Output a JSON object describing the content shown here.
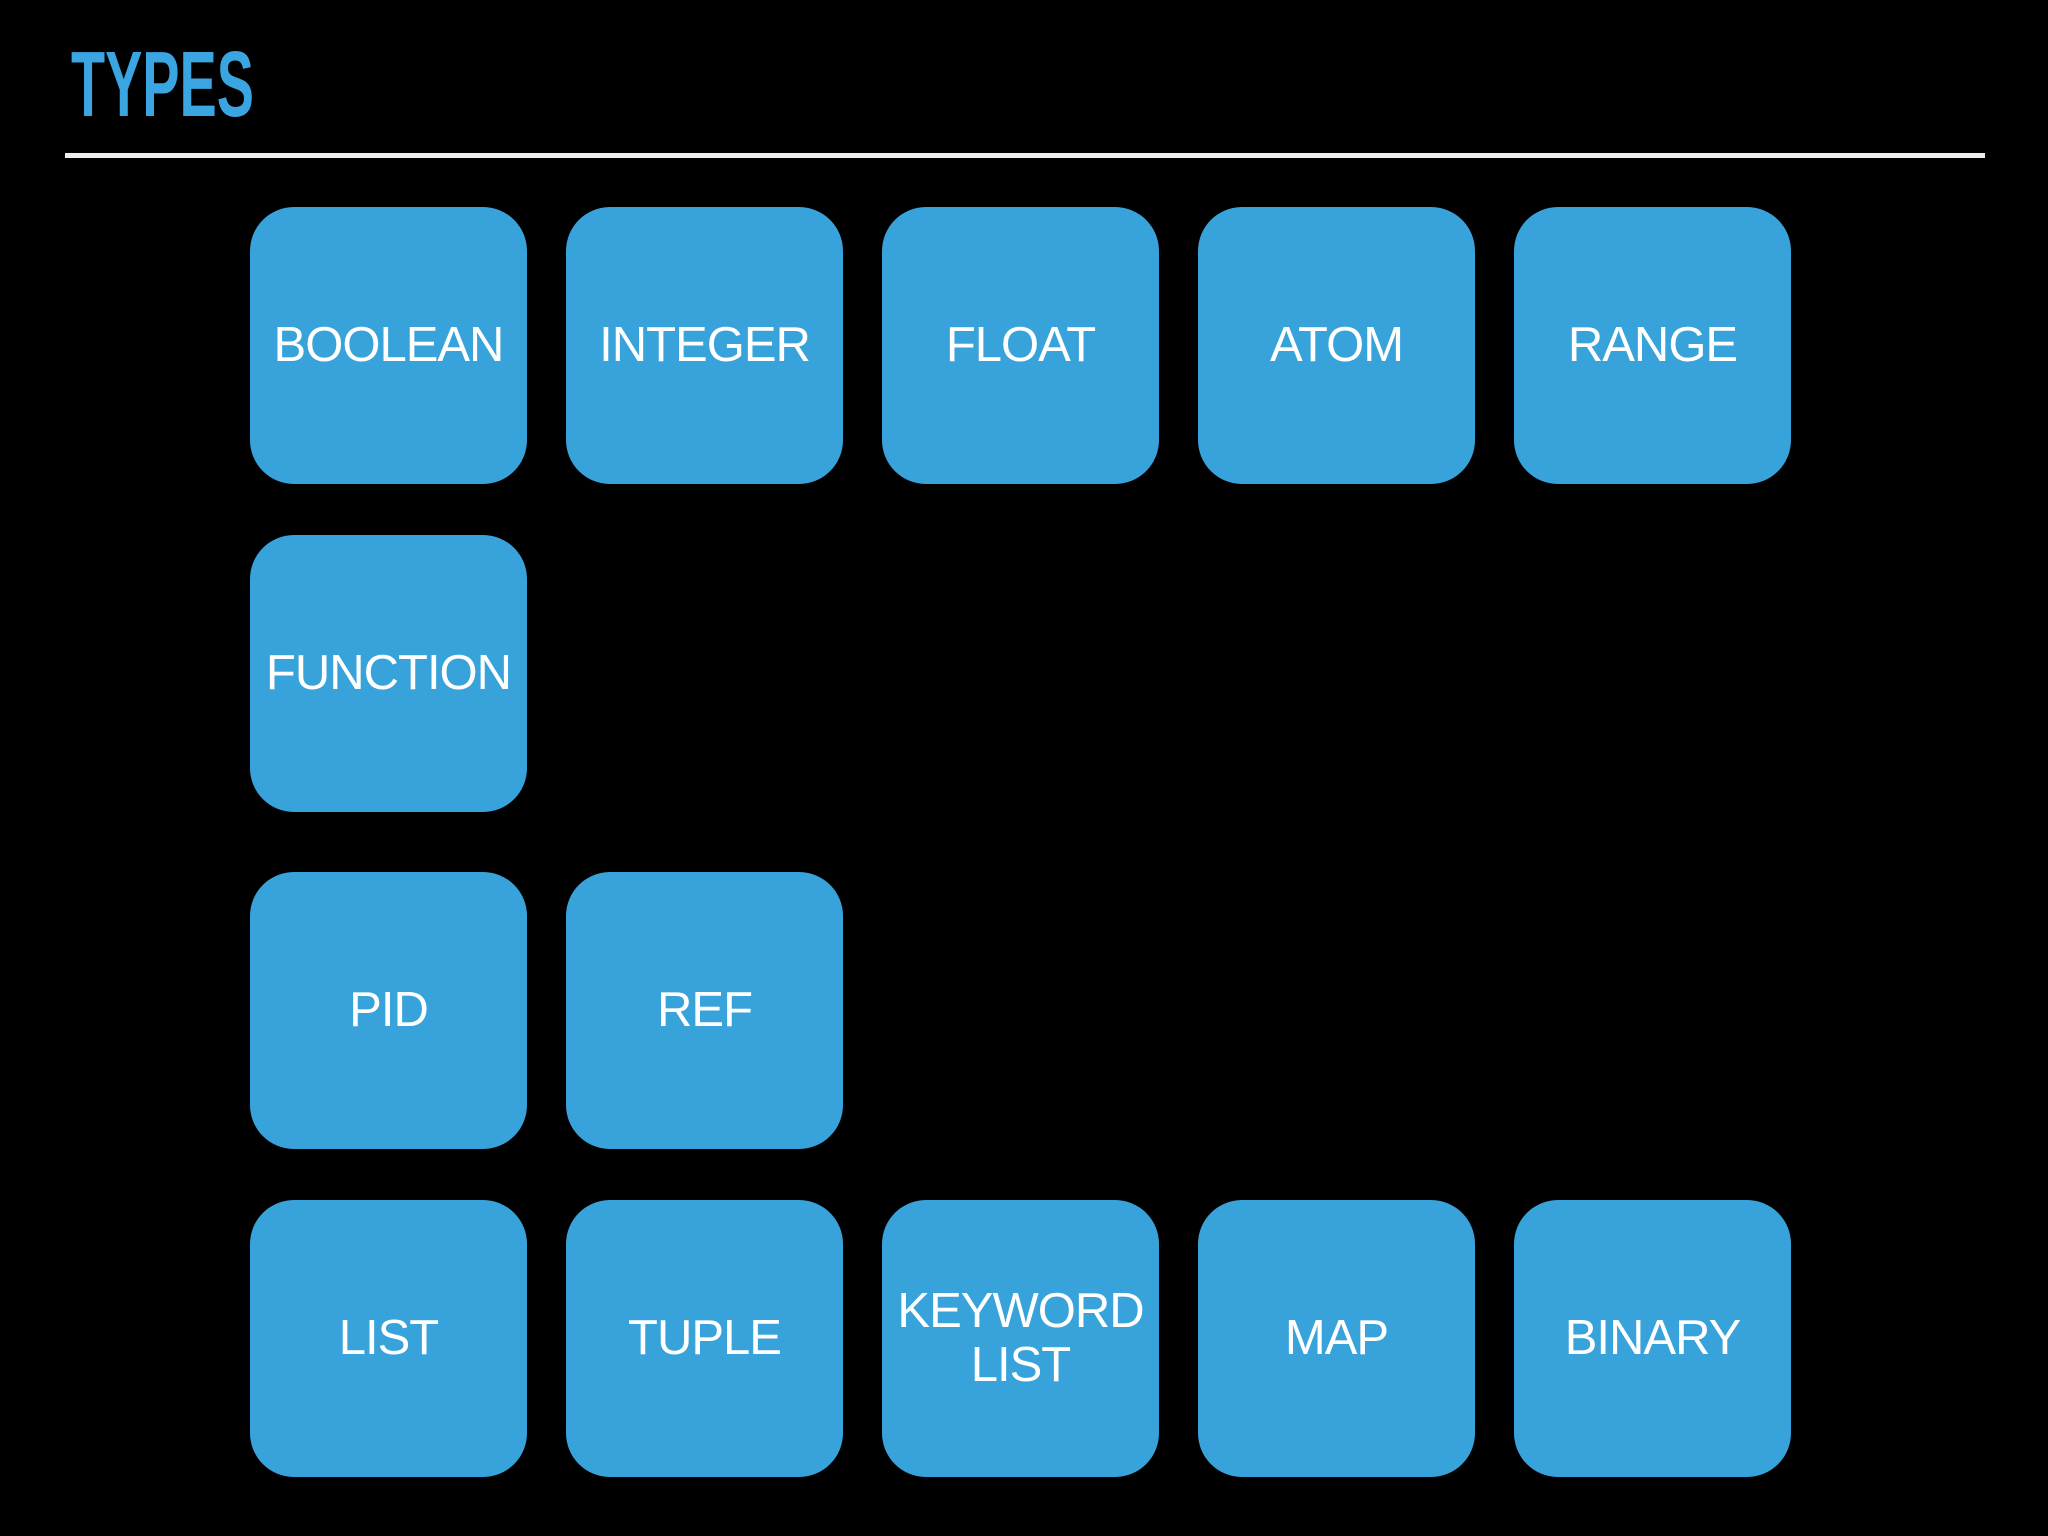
{
  "title": {
    "text": "TYPES"
  },
  "colors": {
    "background": "#000000",
    "title_text": "#3aa5e0",
    "divider": "#eeeeee",
    "tile_background": "#38a3da",
    "tile_text": "#ffffff"
  },
  "type_rows": [
    [
      "BOOLEAN",
      "INTEGER",
      "FLOAT",
      "ATOM",
      "RANGE"
    ],
    [
      "FUNCTION"
    ],
    [
      "PID",
      "REF"
    ],
    [
      "LIST",
      "TUPLE",
      "KEYWORD LIST",
      "MAP",
      "BINARY"
    ]
  ]
}
